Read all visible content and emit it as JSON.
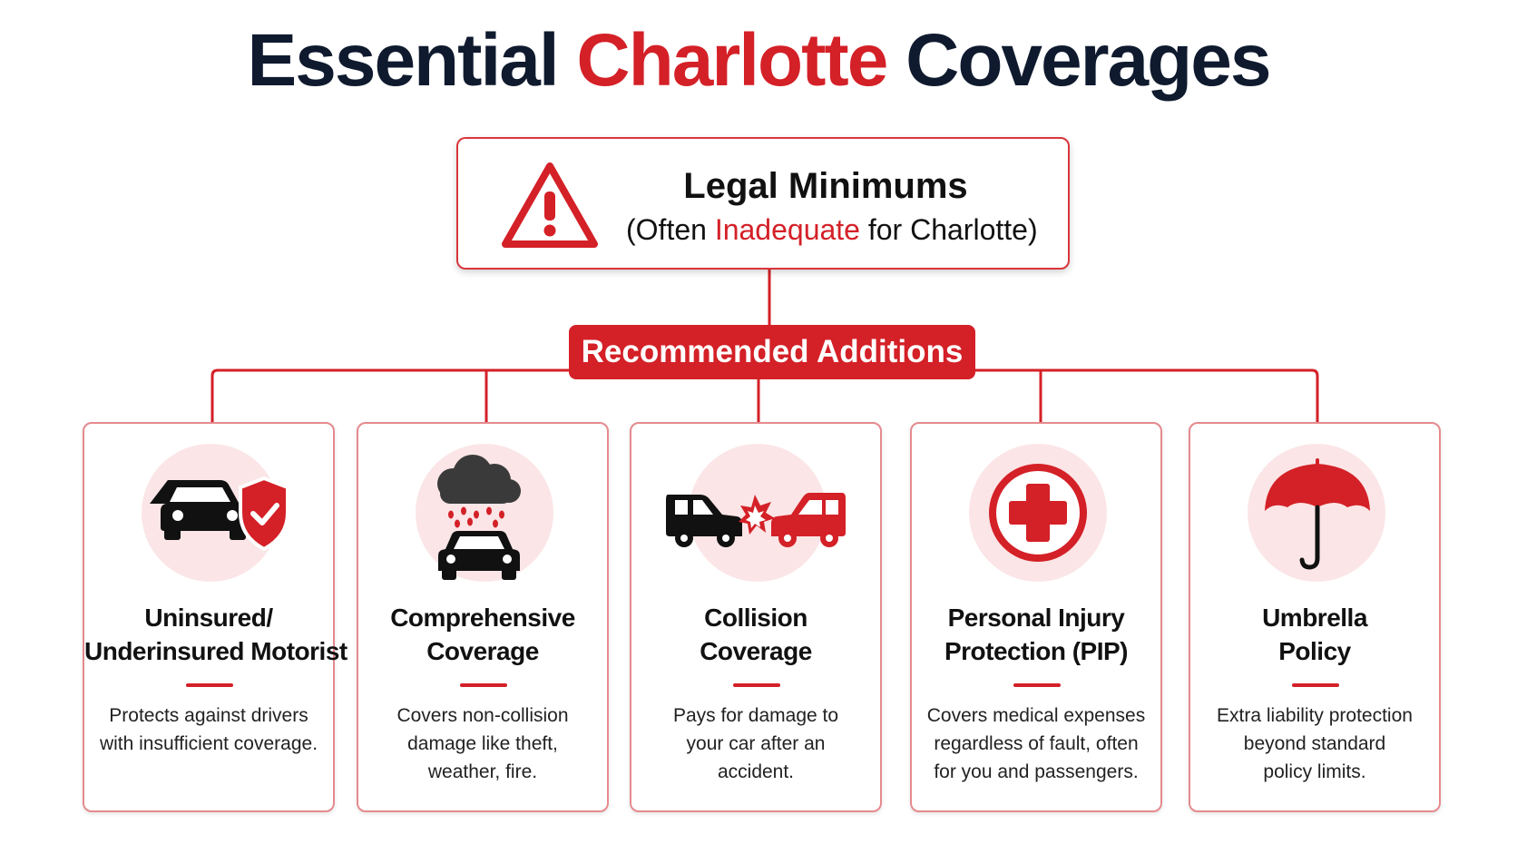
{
  "title": {
    "part1": "Essential ",
    "part2": "Charlotte",
    "part3": " Coverages"
  },
  "legal": {
    "title": "Legal Minimums",
    "subtitle_pre": "(Often ",
    "subtitle_highlight": "Inadequate",
    "subtitle_post": " for Charlotte)",
    "icon": "warning-triangle-icon"
  },
  "recommended_label": "Recommended Additions",
  "colors": {
    "accent": "#d42027",
    "title_dark": "#0f1a2e",
    "icon_circle": "#fbe5e6",
    "card_border": "#e58a8e"
  },
  "cards": [
    {
      "title_lines": [
        "Uninsured/",
        "Underinsured Motorist"
      ],
      "desc_lines": [
        "Protects against drivers",
        "with insufficient coverage."
      ],
      "icon": "car-shield-icon"
    },
    {
      "title_lines": [
        "Comprehensive",
        "Coverage"
      ],
      "desc_lines": [
        "Covers non-collision",
        "damage like theft,",
        "weather, fire."
      ],
      "icon": "storm-car-icon"
    },
    {
      "title_lines": [
        "Collision",
        "Coverage"
      ],
      "desc_lines": [
        "Pays for damage to",
        "your car after an",
        "accident."
      ],
      "icon": "car-crash-icon"
    },
    {
      "title_lines": [
        "Personal Injury",
        "Protection (PIP)"
      ],
      "desc_lines": [
        "Covers medical expenses",
        "regardless of fault, often",
        "for you and passengers."
      ],
      "icon": "medical-cross-icon"
    },
    {
      "title_lines": [
        "Umbrella",
        "Policy"
      ],
      "desc_lines": [
        "Extra liability protection",
        "beyond standard",
        "policy limits."
      ],
      "icon": "umbrella-icon"
    }
  ]
}
